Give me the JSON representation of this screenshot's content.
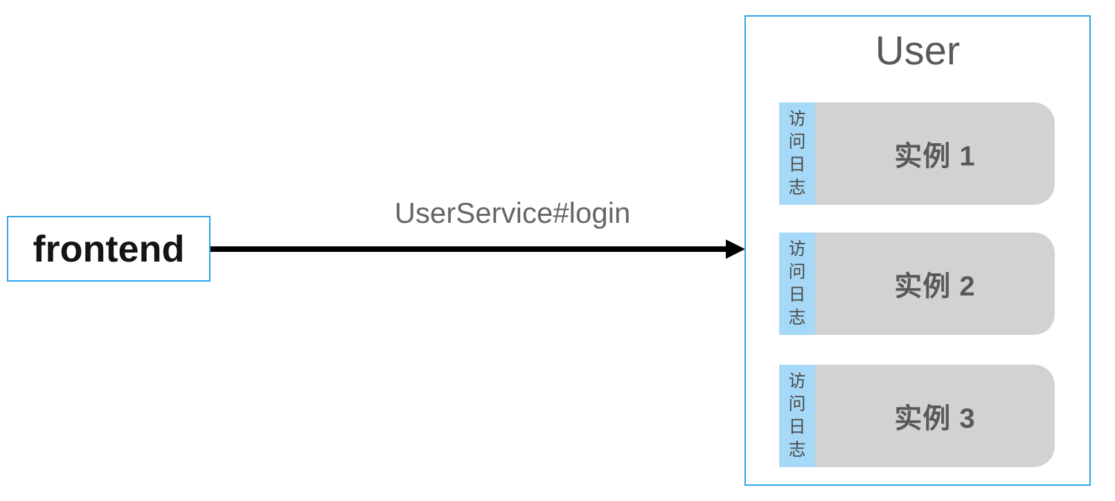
{
  "diagram": {
    "frontend": {
      "label": "frontend"
    },
    "arrow": {
      "label": "UserService#login"
    },
    "user_group": {
      "title": "User",
      "instances": [
        {
          "log_tab": "访问日志",
          "label": "实例 1"
        },
        {
          "log_tab": "访问日志",
          "label": "实例 2"
        },
        {
          "log_tab": "访问日志",
          "label": "实例 3"
        }
      ]
    },
    "colors": {
      "outline_blue": "#29a3e8",
      "log_tab_blue": "#a6d9f7",
      "instance_gray": "#d2d2d2",
      "title_gray": "#595959",
      "instance_text_gray": "#58595b",
      "arrow_label_gray": "#666666",
      "arrow_black": "#000000",
      "frontend_text_black": "#141414"
    }
  }
}
